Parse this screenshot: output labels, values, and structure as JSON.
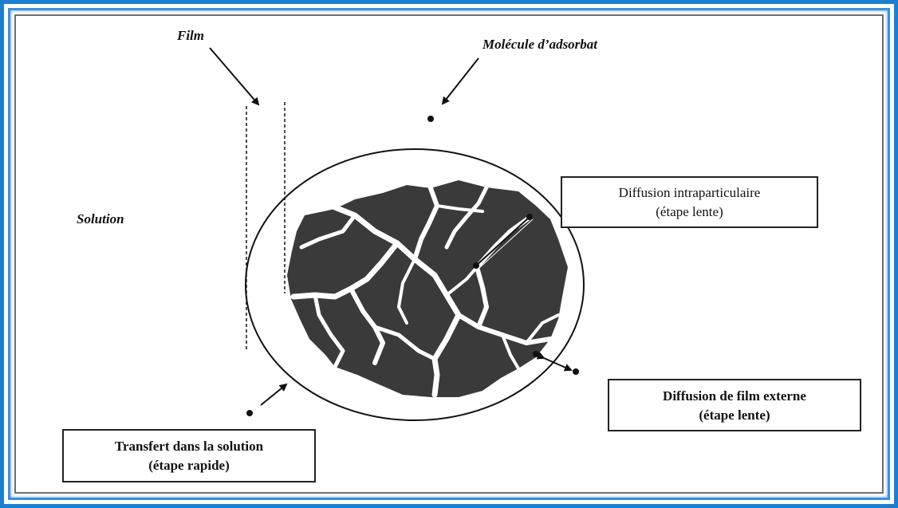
{
  "labels": {
    "film": "Film",
    "molecule": "Molécule d’adsorbat",
    "solution": "Solution"
  },
  "boxes": {
    "intra": {
      "line1": "Diffusion intraparticulaire",
      "line2": "(étape lente)"
    },
    "external": {
      "line1": "Diffusion de film externe",
      "line2": "(étape lente)"
    },
    "transfer": {
      "line1": "Transfert dans la solution",
      "line2": "(étape rapide)"
    }
  },
  "colors": {
    "frame": "#1b7fd1",
    "particle": "#3a3a3a",
    "ink": "#111111"
  }
}
